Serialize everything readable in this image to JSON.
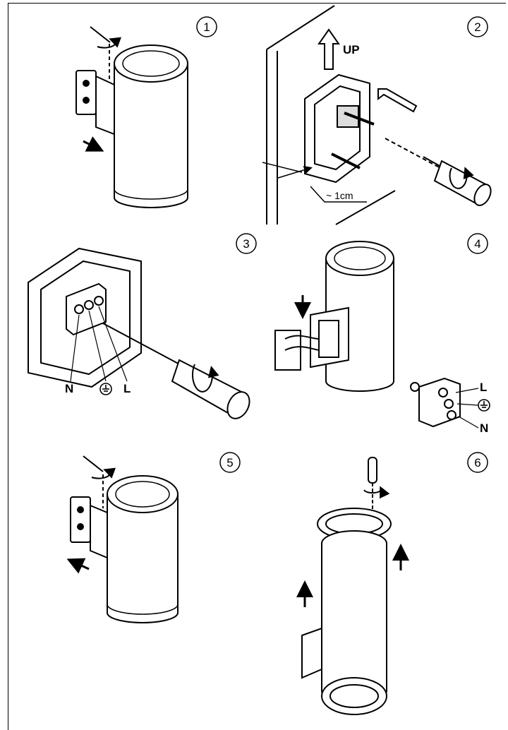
{
  "steps": [
    {
      "number": "1"
    },
    {
      "number": "2",
      "up_label": "UP",
      "distance_label": "~ 1cm"
    },
    {
      "number": "3",
      "terminal_labels": [
        "N",
        "L"
      ]
    },
    {
      "number": "4",
      "terminal_labels": [
        "L",
        "N"
      ]
    },
    {
      "number": "5"
    },
    {
      "number": "6"
    }
  ],
  "icons": {
    "earth": "protective-earth-ground-symbol",
    "screwdriver": "screwdriver-icon",
    "rotation": "clockwise-rotation-arrow"
  },
  "colors": {
    "line": "#000000",
    "fill": "#ffffff",
    "shade": "#9a9a9a"
  }
}
